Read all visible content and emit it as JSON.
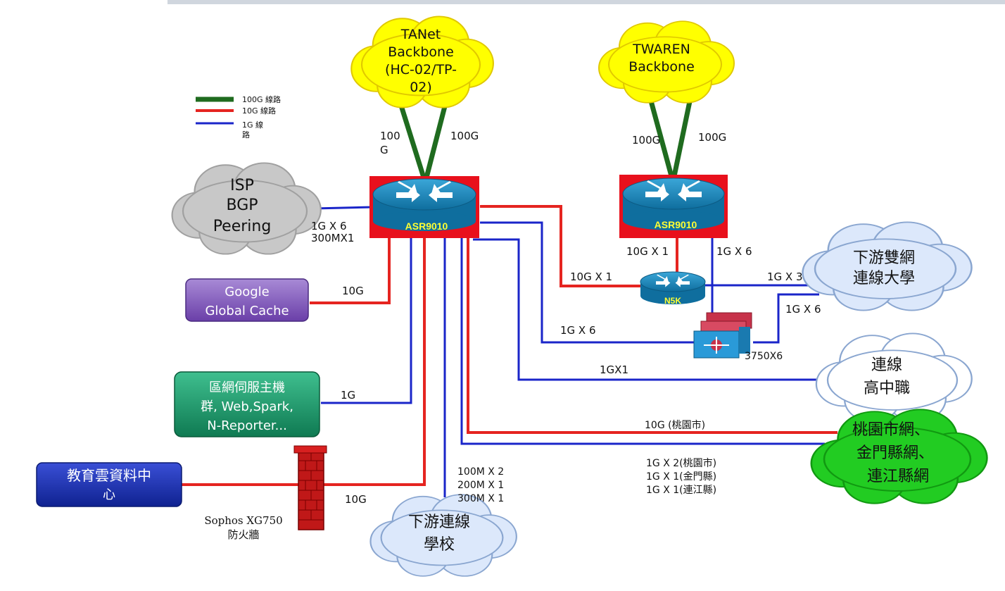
{
  "legend": {
    "green_label": "100G 線路",
    "red_label": "10G 線路",
    "blue_label_line1": "1G 線",
    "blue_label_line2": "路"
  },
  "clouds": {
    "tanet": [
      "TANet",
      "Backbone",
      "(HC-02/TP-",
      "02)"
    ],
    "twaren": [
      "TWAREN",
      "Backbone"
    ],
    "isp": [
      "ISP",
      "BGP",
      "Peering"
    ],
    "dual_univ": [
      "下游雙網",
      "連線大學"
    ],
    "high_school": [
      "連線",
      "高中職"
    ],
    "county": [
      "桃園市網、",
      "金門縣網、",
      "連江縣網"
    ],
    "downstream_school": [
      "下游連線",
      "學校"
    ]
  },
  "boxes": {
    "google": [
      "Google",
      "Global Cache"
    ],
    "server": [
      "區網伺服主機",
      "群, Web,Spark,",
      "N-Reporter..."
    ],
    "edu_cloud": [
      "教育雲資料中",
      "心"
    ]
  },
  "devices": {
    "asr_left": "ASR9010",
    "asr_right": "ASR9010",
    "n5k": "N5K",
    "switch_stack": "3750X6",
    "firewall": [
      "Sophos XG750",
      "防火牆"
    ]
  },
  "links": {
    "tanet_left": [
      "100",
      "G"
    ],
    "tanet_right": "100G",
    "twaren_left": "100G",
    "twaren_right": "100G",
    "isp": [
      "1G X 6",
      "300MX1"
    ],
    "google": "10G",
    "server": "1G",
    "edu_cloud": "10G",
    "downstream": [
      "100M X 2",
      "200M X 1",
      "300M X 1"
    ],
    "to_n5k": "10G X 1",
    "n5k_up": "10G X 1",
    "asr_right_down": "1G X 6",
    "n5k_univ": "1G X 3",
    "stack_univ": "1G X 6",
    "to_stack": "1G X 6",
    "high_school": "1GX1",
    "county_red": "10G (桃園市)",
    "county_blue": [
      "1G X 2(桃園市)",
      "1G X 1(金門縣)",
      "1G X 1(連江縣)"
    ]
  },
  "colors": {
    "link_100g": "#1f6b1f",
    "link_10g": "#e52420",
    "link_1g": "#1a25c9",
    "yellow_cloud": "#ffff00",
    "gray_cloud": "#c8c8c8",
    "blue_cloud": "#dce8fb",
    "green_cloud": "#22cc22"
  }
}
